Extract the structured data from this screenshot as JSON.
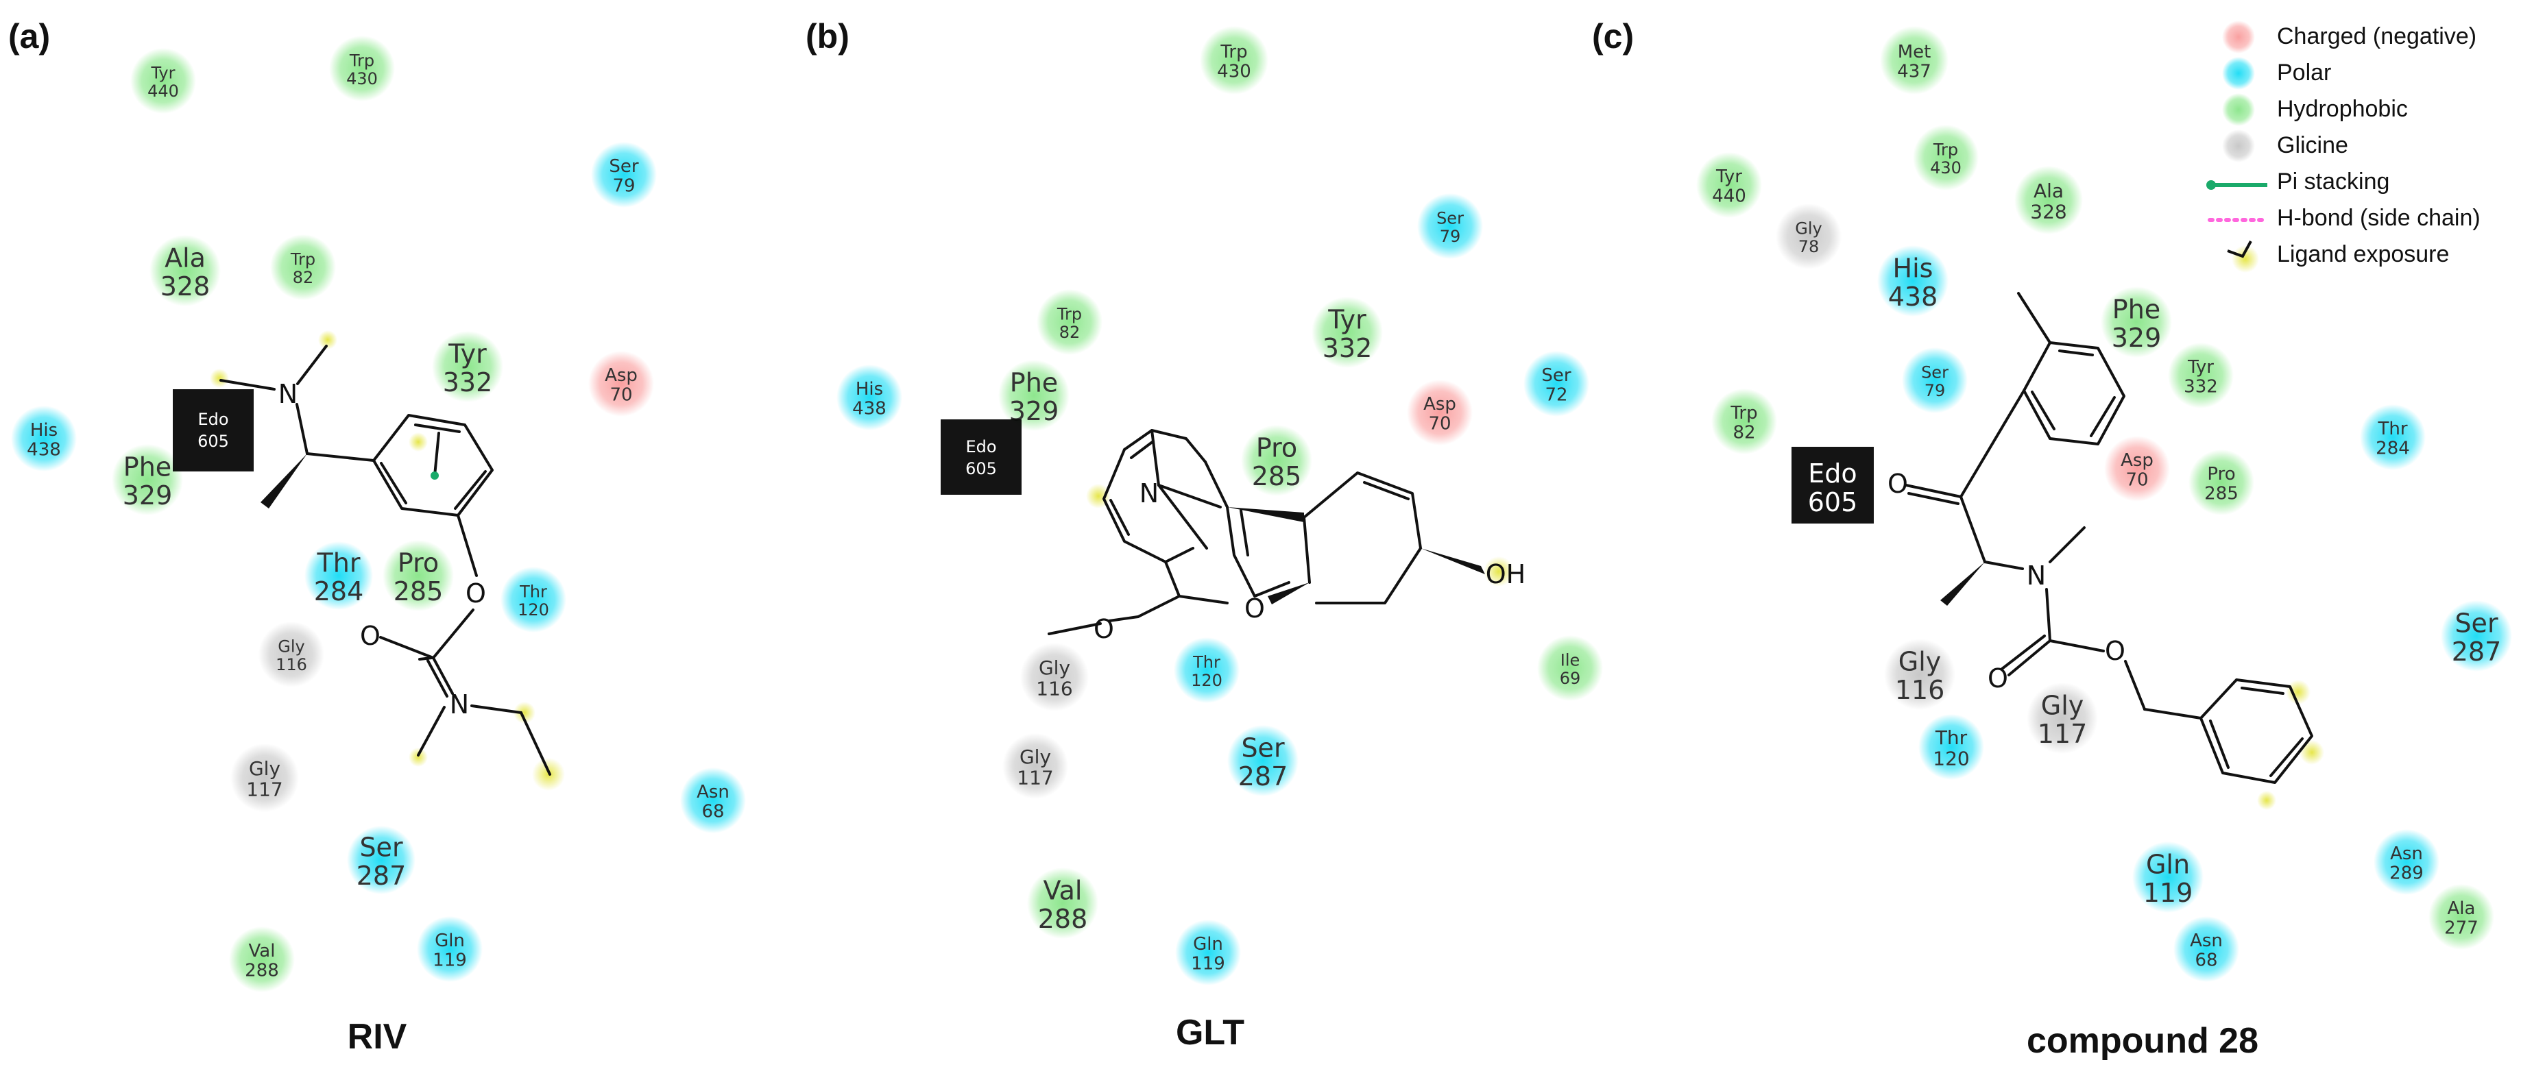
{
  "colors": {
    "negative": "#f9a0a0",
    "polar": "#22ddf5",
    "hydrophobic": "#8ee68e",
    "glycine": "#c8c8c8",
    "pi_stacking": "#1aaa6a",
    "hbond": "#ff66dd",
    "exposure": "#e6e64a"
  },
  "legend": {
    "items": [
      {
        "key": "negative",
        "label": "Charged (negative)",
        "kind": "dot"
      },
      {
        "key": "polar",
        "label": "Polar",
        "kind": "dot"
      },
      {
        "key": "hydrophobic",
        "label": "Hydrophobic",
        "kind": "dot"
      },
      {
        "key": "glycine",
        "label": "Glicine",
        "kind": "dot"
      },
      {
        "key": "pi_stacking",
        "label": "Pi stacking",
        "kind": "line"
      },
      {
        "key": "hbond",
        "label": "H-bond (side chain)",
        "kind": "dotted"
      },
      {
        "key": "exposure",
        "label": "Ligand  exposure",
        "kind": "exposure"
      }
    ]
  },
  "panels": [
    {
      "label": "(a)",
      "title": "RIV",
      "residues": [
        {
          "name": "Tyr",
          "num": "440",
          "type": "hydrophobic"
        },
        {
          "name": "Trp",
          "num": "430",
          "type": "hydrophobic"
        },
        {
          "name": "Ser",
          "num": "79",
          "type": "polar"
        },
        {
          "name": "Ala",
          "num": "328",
          "type": "hydrophobic"
        },
        {
          "name": "Trp",
          "num": "82",
          "type": "hydrophobic"
        },
        {
          "name": "Tyr",
          "num": "332",
          "type": "hydrophobic"
        },
        {
          "name": "Asp",
          "num": "70",
          "type": "negative"
        },
        {
          "name": "His",
          "num": "438",
          "type": "polar"
        },
        {
          "name": "Phe",
          "num": "329",
          "type": "hydrophobic"
        },
        {
          "name": "Thr",
          "num": "284",
          "type": "polar"
        },
        {
          "name": "Pro",
          "num": "285",
          "type": "hydrophobic"
        },
        {
          "name": "Thr",
          "num": "120",
          "type": "polar"
        },
        {
          "name": "Gly",
          "num": "116",
          "type": "glycine"
        },
        {
          "name": "Gly",
          "num": "117",
          "type": "glycine"
        },
        {
          "name": "Asn",
          "num": "68",
          "type": "polar"
        },
        {
          "name": "Ser",
          "num": "287",
          "type": "polar"
        },
        {
          "name": "Val",
          "num": "288",
          "type": "hydrophobic"
        },
        {
          "name": "Gln",
          "num": "119",
          "type": "polar"
        }
      ],
      "edo": {
        "name": "Edo",
        "num": "605"
      },
      "atoms": [
        "N",
        "O",
        "O",
        "N"
      ]
    },
    {
      "label": "(b)",
      "title": "GLT",
      "residues": [
        {
          "name": "Trp",
          "num": "430",
          "type": "hydrophobic"
        },
        {
          "name": "Ser",
          "num": "79",
          "type": "polar"
        },
        {
          "name": "Trp",
          "num": "82",
          "type": "hydrophobic"
        },
        {
          "name": "Tyr",
          "num": "332",
          "type": "hydrophobic"
        },
        {
          "name": "His",
          "num": "438",
          "type": "polar"
        },
        {
          "name": "Phe",
          "num": "329",
          "type": "hydrophobic"
        },
        {
          "name": "Asp",
          "num": "70",
          "type": "negative"
        },
        {
          "name": "Ser",
          "num": "72",
          "type": "polar"
        },
        {
          "name": "Pro",
          "num": "285",
          "type": "hydrophobic"
        },
        {
          "name": "Ile",
          "num": "69",
          "type": "hydrophobic"
        },
        {
          "name": "Gly",
          "num": "116",
          "type": "glycine"
        },
        {
          "name": "Thr",
          "num": "120",
          "type": "polar"
        },
        {
          "name": "Gly",
          "num": "117",
          "type": "glycine"
        },
        {
          "name": "Ser",
          "num": "287",
          "type": "polar"
        },
        {
          "name": "Val",
          "num": "288",
          "type": "hydrophobic"
        },
        {
          "name": "Gln",
          "num": "119",
          "type": "polar"
        }
      ],
      "edo": {
        "name": "Edo",
        "num": "605"
      },
      "atoms": [
        "N",
        "O",
        "O",
        "OH"
      ]
    },
    {
      "label": "(c)",
      "title": "compound 28",
      "residues": [
        {
          "name": "Met",
          "num": "437",
          "type": "hydrophobic"
        },
        {
          "name": "Tyr",
          "num": "440",
          "type": "hydrophobic"
        },
        {
          "name": "Gly",
          "num": "78",
          "type": "glycine"
        },
        {
          "name": "Trp",
          "num": "430",
          "type": "hydrophobic"
        },
        {
          "name": "Ala",
          "num": "328",
          "type": "hydrophobic"
        },
        {
          "name": "His",
          "num": "438",
          "type": "polar"
        },
        {
          "name": "Phe",
          "num": "329",
          "type": "hydrophobic"
        },
        {
          "name": "Ser",
          "num": "79",
          "type": "polar"
        },
        {
          "name": "Tyr",
          "num": "332",
          "type": "hydrophobic"
        },
        {
          "name": "Trp",
          "num": "82",
          "type": "hydrophobic"
        },
        {
          "name": "Asp",
          "num": "70",
          "type": "negative"
        },
        {
          "name": "Pro",
          "num": "285",
          "type": "hydrophobic"
        },
        {
          "name": "Thr",
          "num": "284",
          "type": "polar"
        },
        {
          "name": "Ser",
          "num": "287",
          "type": "polar"
        },
        {
          "name": "Gly",
          "num": "116",
          "type": "glycine"
        },
        {
          "name": "Gly",
          "num": "117",
          "type": "glycine"
        },
        {
          "name": "Thr",
          "num": "120",
          "type": "polar"
        },
        {
          "name": "Gln",
          "num": "119",
          "type": "polar"
        },
        {
          "name": "Asn",
          "num": "289",
          "type": "polar"
        },
        {
          "name": "Ala",
          "num": "277",
          "type": "hydrophobic"
        },
        {
          "name": "Asn",
          "num": "68",
          "type": "polar"
        }
      ],
      "edo": {
        "name": "Edo",
        "num": "605"
      },
      "atoms": [
        "O",
        "N",
        "O",
        "O"
      ]
    }
  ]
}
